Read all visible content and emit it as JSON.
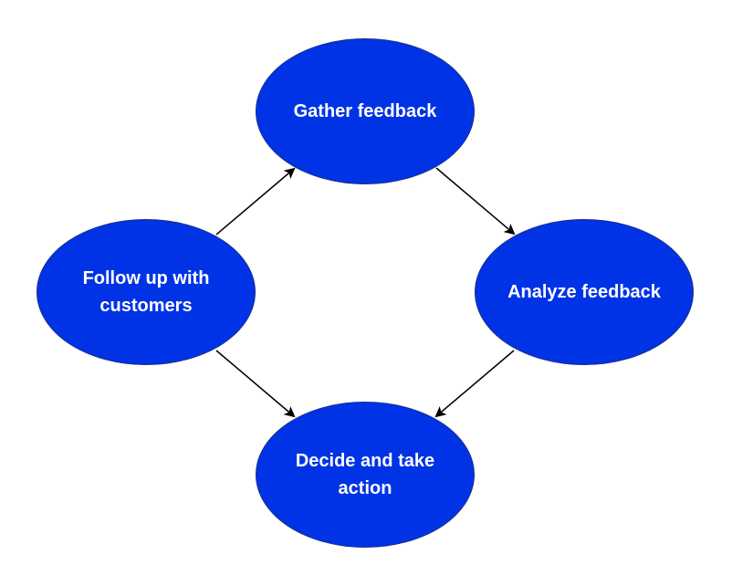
{
  "diagram": {
    "node_color": "#0033e6",
    "edge_color": "#000000",
    "nodes": [
      {
        "id": "gather",
        "label": "Gather feedback"
      },
      {
        "id": "analyze",
        "label": "Analyze feedback"
      },
      {
        "id": "decide",
        "label": "Decide and take action"
      },
      {
        "id": "follow",
        "label": "Follow up with customers"
      }
    ],
    "edges": [
      {
        "from": "gather",
        "to": "analyze"
      },
      {
        "from": "analyze",
        "to": "decide"
      },
      {
        "from": "follow",
        "to": "gather"
      },
      {
        "from": "follow",
        "to": "decide"
      }
    ]
  }
}
